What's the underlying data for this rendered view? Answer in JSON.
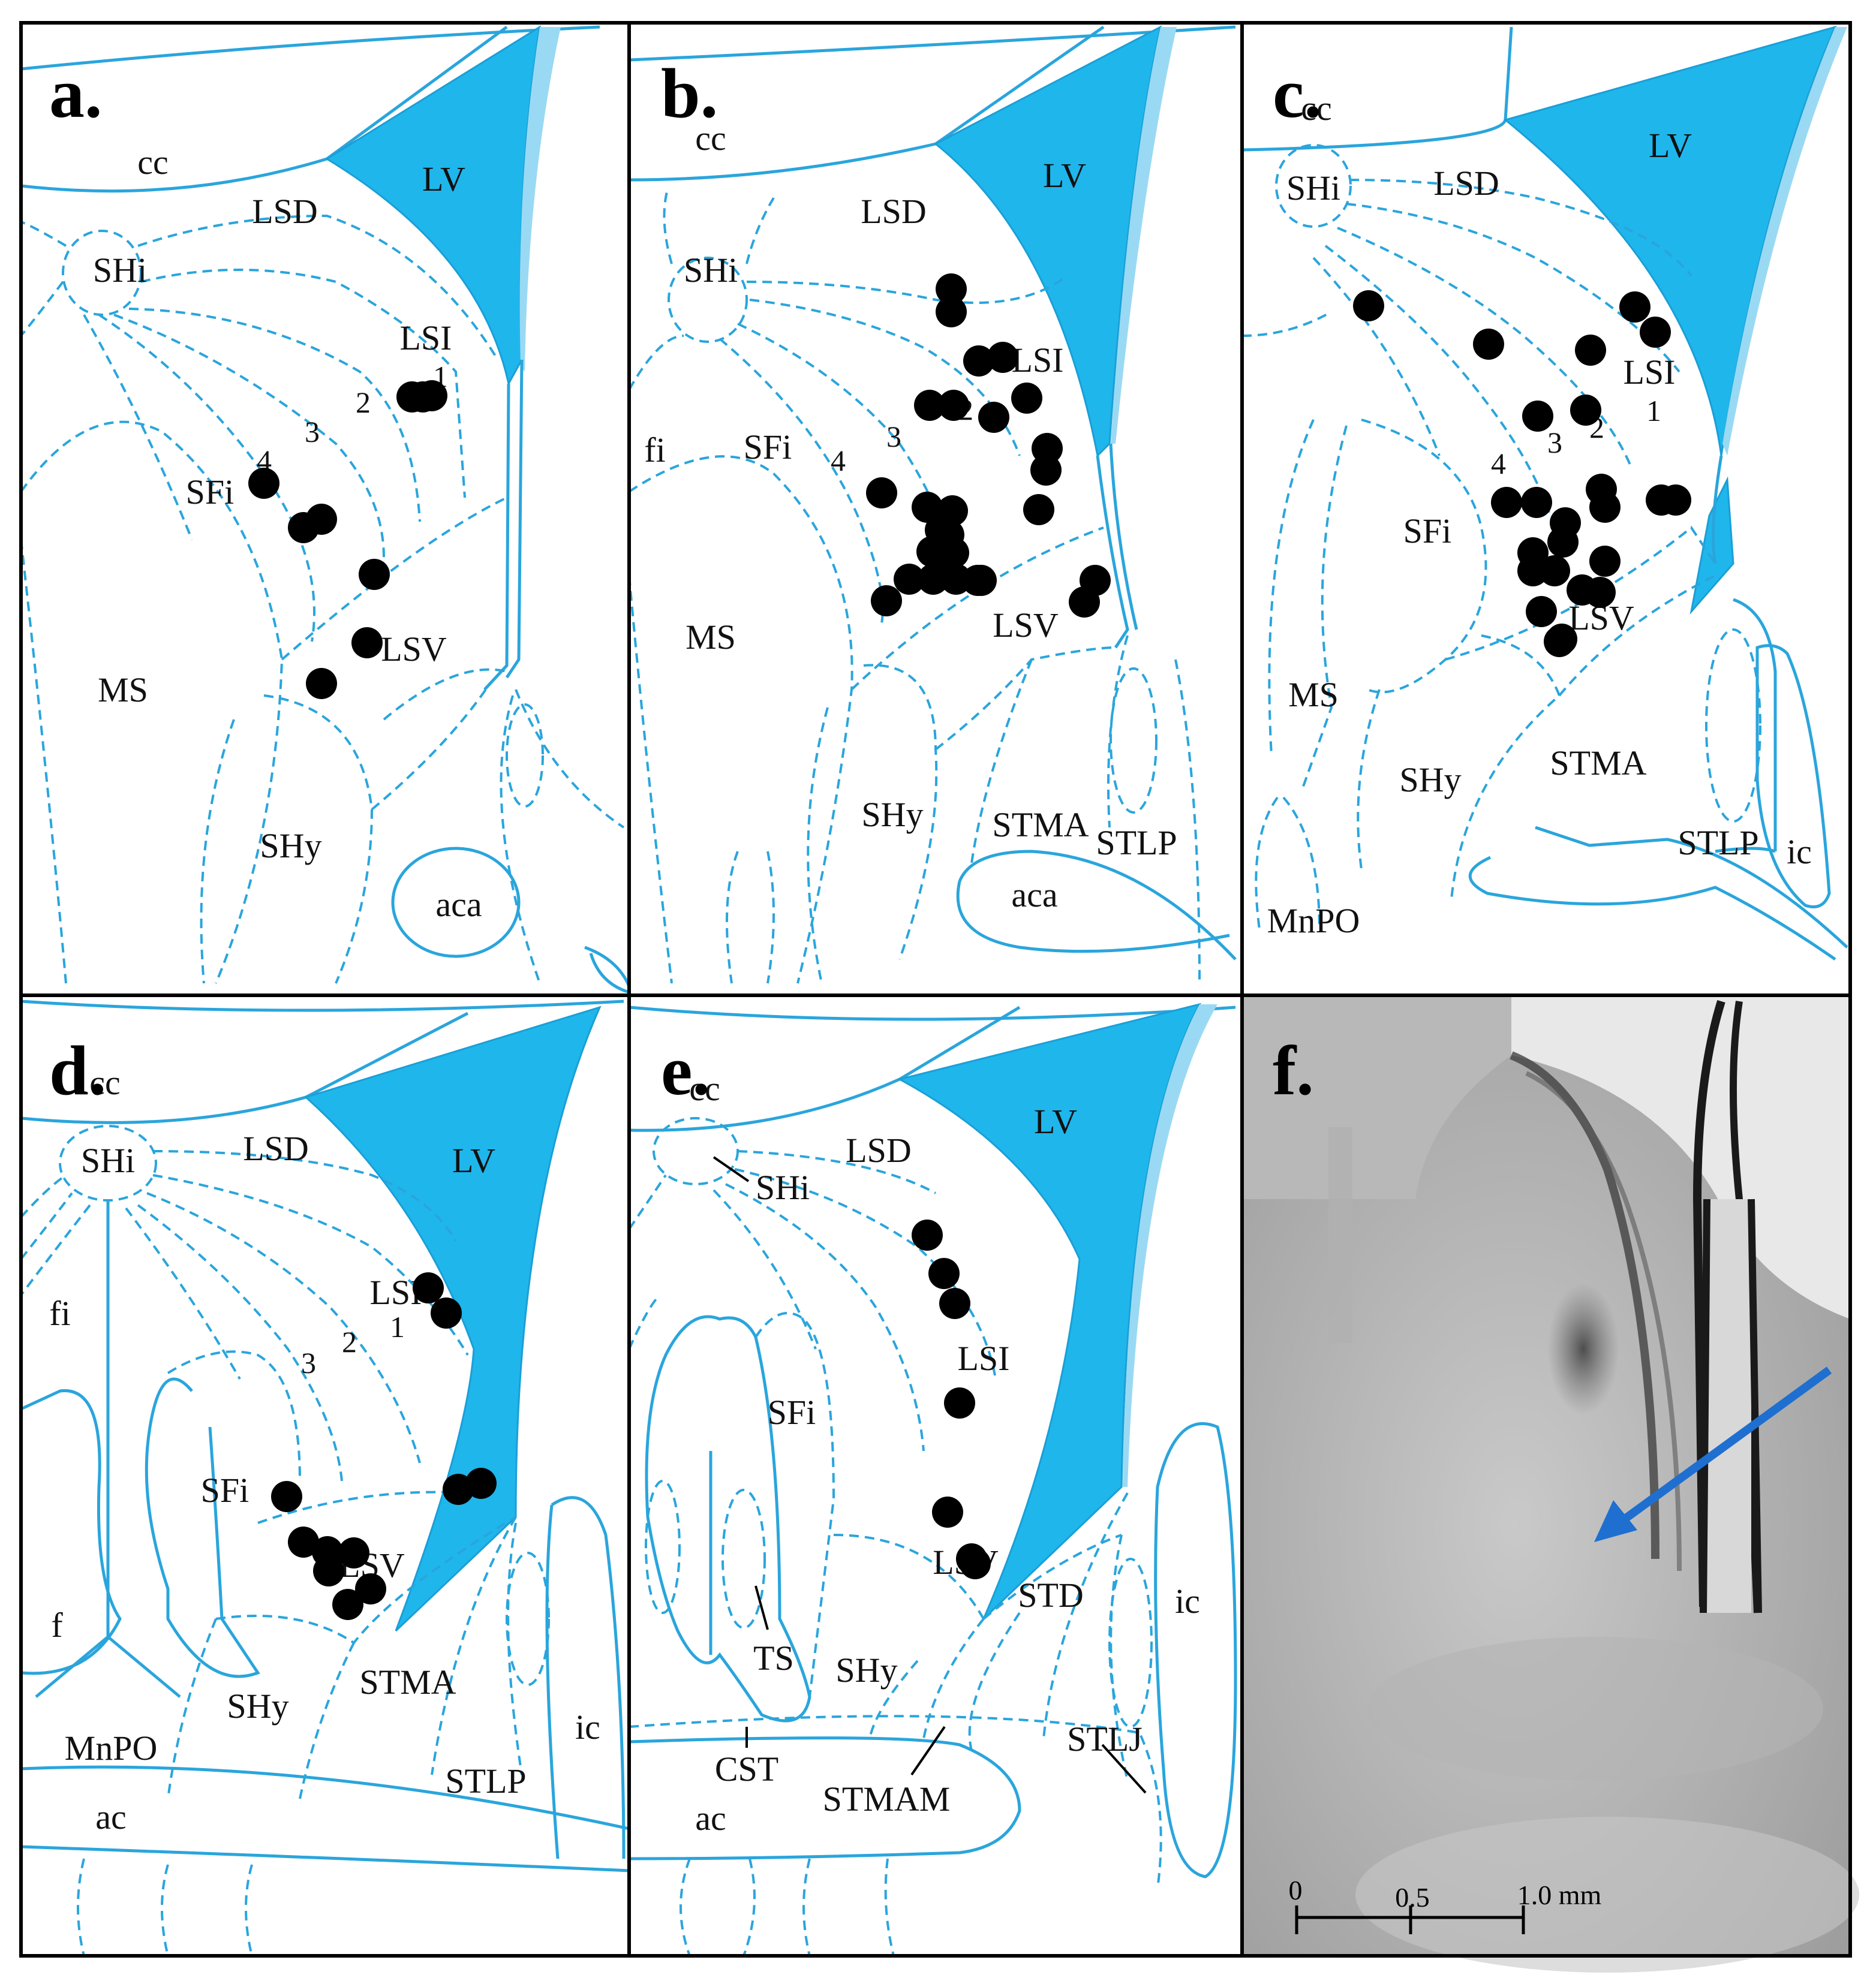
{
  "colors": {
    "atlas_line": "#2aa5dc",
    "ventricle": "#1fb6ec",
    "marker": "#000000",
    "arrow": "#1e6fd0"
  },
  "panels": {
    "a": {
      "label": "a.",
      "regions": {
        "cc": "cc",
        "lsd": "LSD",
        "lv": "LV",
        "shi": "SHi",
        "lsi": "LSI",
        "sfi": "SFi",
        "lsv": "LSV",
        "ms": "MS",
        "shy": "SHy",
        "aca": "aca"
      },
      "layers": {
        "l1": "1",
        "l2": "2",
        "l3": "3",
        "l4": "4"
      },
      "dot_count": 9
    },
    "b": {
      "label": "b.",
      "regions": {
        "cc": "cc",
        "lsd": "LSD",
        "lv": "LV",
        "shi": "SHi",
        "lsi": "LSI",
        "fi": "fi",
        "sfi": "SFi",
        "ms": "MS",
        "lsv": "LSV",
        "shy": "SHy",
        "stma": "STMA",
        "stlp": "STLP",
        "aca": "aca"
      },
      "layers": {
        "l2": "2",
        "l3": "3",
        "l4": "4"
      },
      "dot_count": 27
    },
    "c": {
      "label": "c.",
      "regions": {
        "cc": "cc",
        "shi": "SHi",
        "lsd": "LSD",
        "lv": "LV",
        "lsi": "LSI",
        "sfi": "SFi",
        "lsv": "LSV",
        "ms": "MS",
        "shy": "SHy",
        "stma": "STMA",
        "stlp": "STLP",
        "ic": "ic",
        "mnpo": "MnPO"
      },
      "layers": {
        "l1": "1",
        "l2": "2",
        "l3": "3",
        "l4": "4"
      },
      "dot_count": 24
    },
    "d": {
      "label": "d.",
      "regions": {
        "cc": "cc",
        "shi": "SHi",
        "lsd": "LSD",
        "lv": "LV",
        "fi": "fi",
        "lsi": "LSI",
        "sfi": "SFi",
        "lsv": "LSV",
        "f": "f",
        "shy": "SHy",
        "stma": "STMA",
        "ic": "ic",
        "mnpo": "MnPO",
        "stlp": "STLP",
        "ac": "ac"
      },
      "layers": {
        "l1": "1",
        "l2": "2",
        "l3": "3"
      },
      "dot_count": 11
    },
    "e": {
      "label": "e.",
      "regions": {
        "cc": "cc",
        "lsd": "LSD",
        "lv": "LV",
        "shi": "SHi",
        "lsi": "LSI",
        "sfi": "SFi",
        "lsv": "LSV",
        "std": "STD",
        "ic": "ic",
        "ts": "TS",
        "shy": "SHy",
        "stlj": "STLJ",
        "cst": "CST",
        "stmam": "STMAM",
        "ac": "ac"
      },
      "dot_count": 7
    },
    "f": {
      "label": "f.",
      "scale_bar": {
        "tick0": "0",
        "tick1": "0.5",
        "tick2": "1.0 mm"
      }
    }
  }
}
